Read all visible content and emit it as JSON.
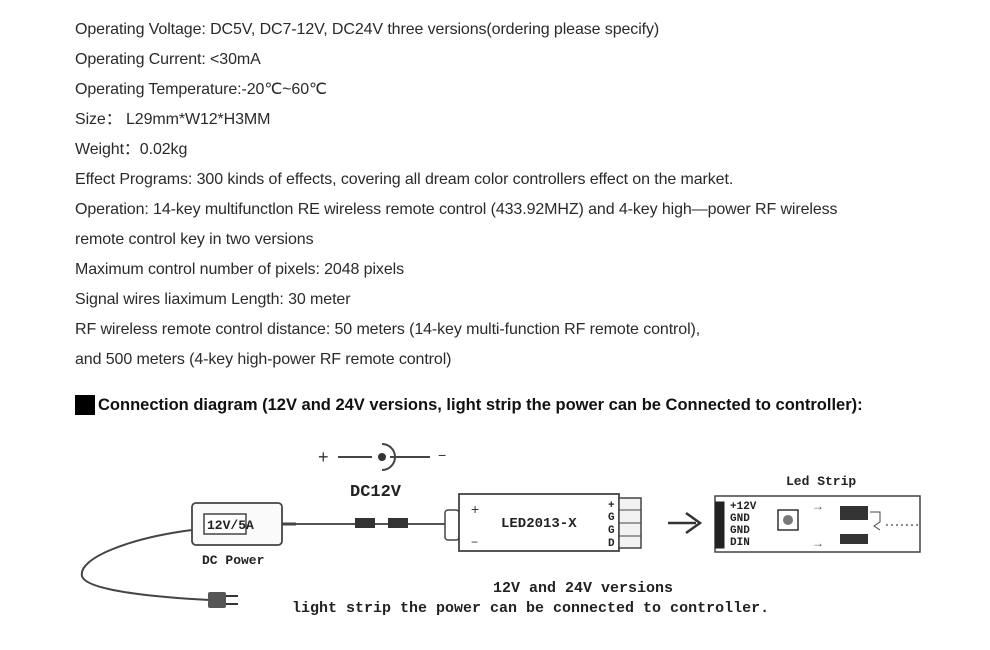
{
  "specs": [
    "Operating Voltage: DC5V, DC7-12V, DC24V three versions(ordering please specify)",
    "Operating Current: <30mA",
    "Operating Temperature:-20℃~60℃",
    "Size： L29mm*W12*H3MM",
    "Weight：0.02kg",
    "Effect Programs: 300 kinds of effects, covering all dream color controllers effect on the market.",
    "Operation: 14-key multifunctlon RE wireless remote control (433.92MHZ) and 4-key high—power RF wireless",
    "remote control key in two versions",
    "Maximum control number of pixels: 2048 pixels",
    "Signal wires liaximum Length: 30 meter",
    "RF wireless remote control distance: 50 meters (14-key multi-function RF remote control),",
    "and 500 meters (4-key high-power RF remote control)"
  ],
  "heading": "Connection diagram (12V and 24V versions, light strip the power can be Connected to controller):",
  "diagram": {
    "plus": "+",
    "minus": "−",
    "dc_label": "DC12V",
    "psu_label": "12V/5A",
    "psu_caption": "DC Power",
    "controller_label": "LED2013-X",
    "ctrl_plus": "+",
    "ctrl_minus": "−",
    "ctrl_pins": [
      "+",
      "G",
      "G",
      "D"
    ],
    "strip_title": "Led Strip",
    "strip_pins": [
      "+12V",
      "GND",
      "GND",
      "DIN"
    ],
    "caption_line1": "12V and 24V versions",
    "caption_line2": "light strip the power can be connected to controller."
  }
}
